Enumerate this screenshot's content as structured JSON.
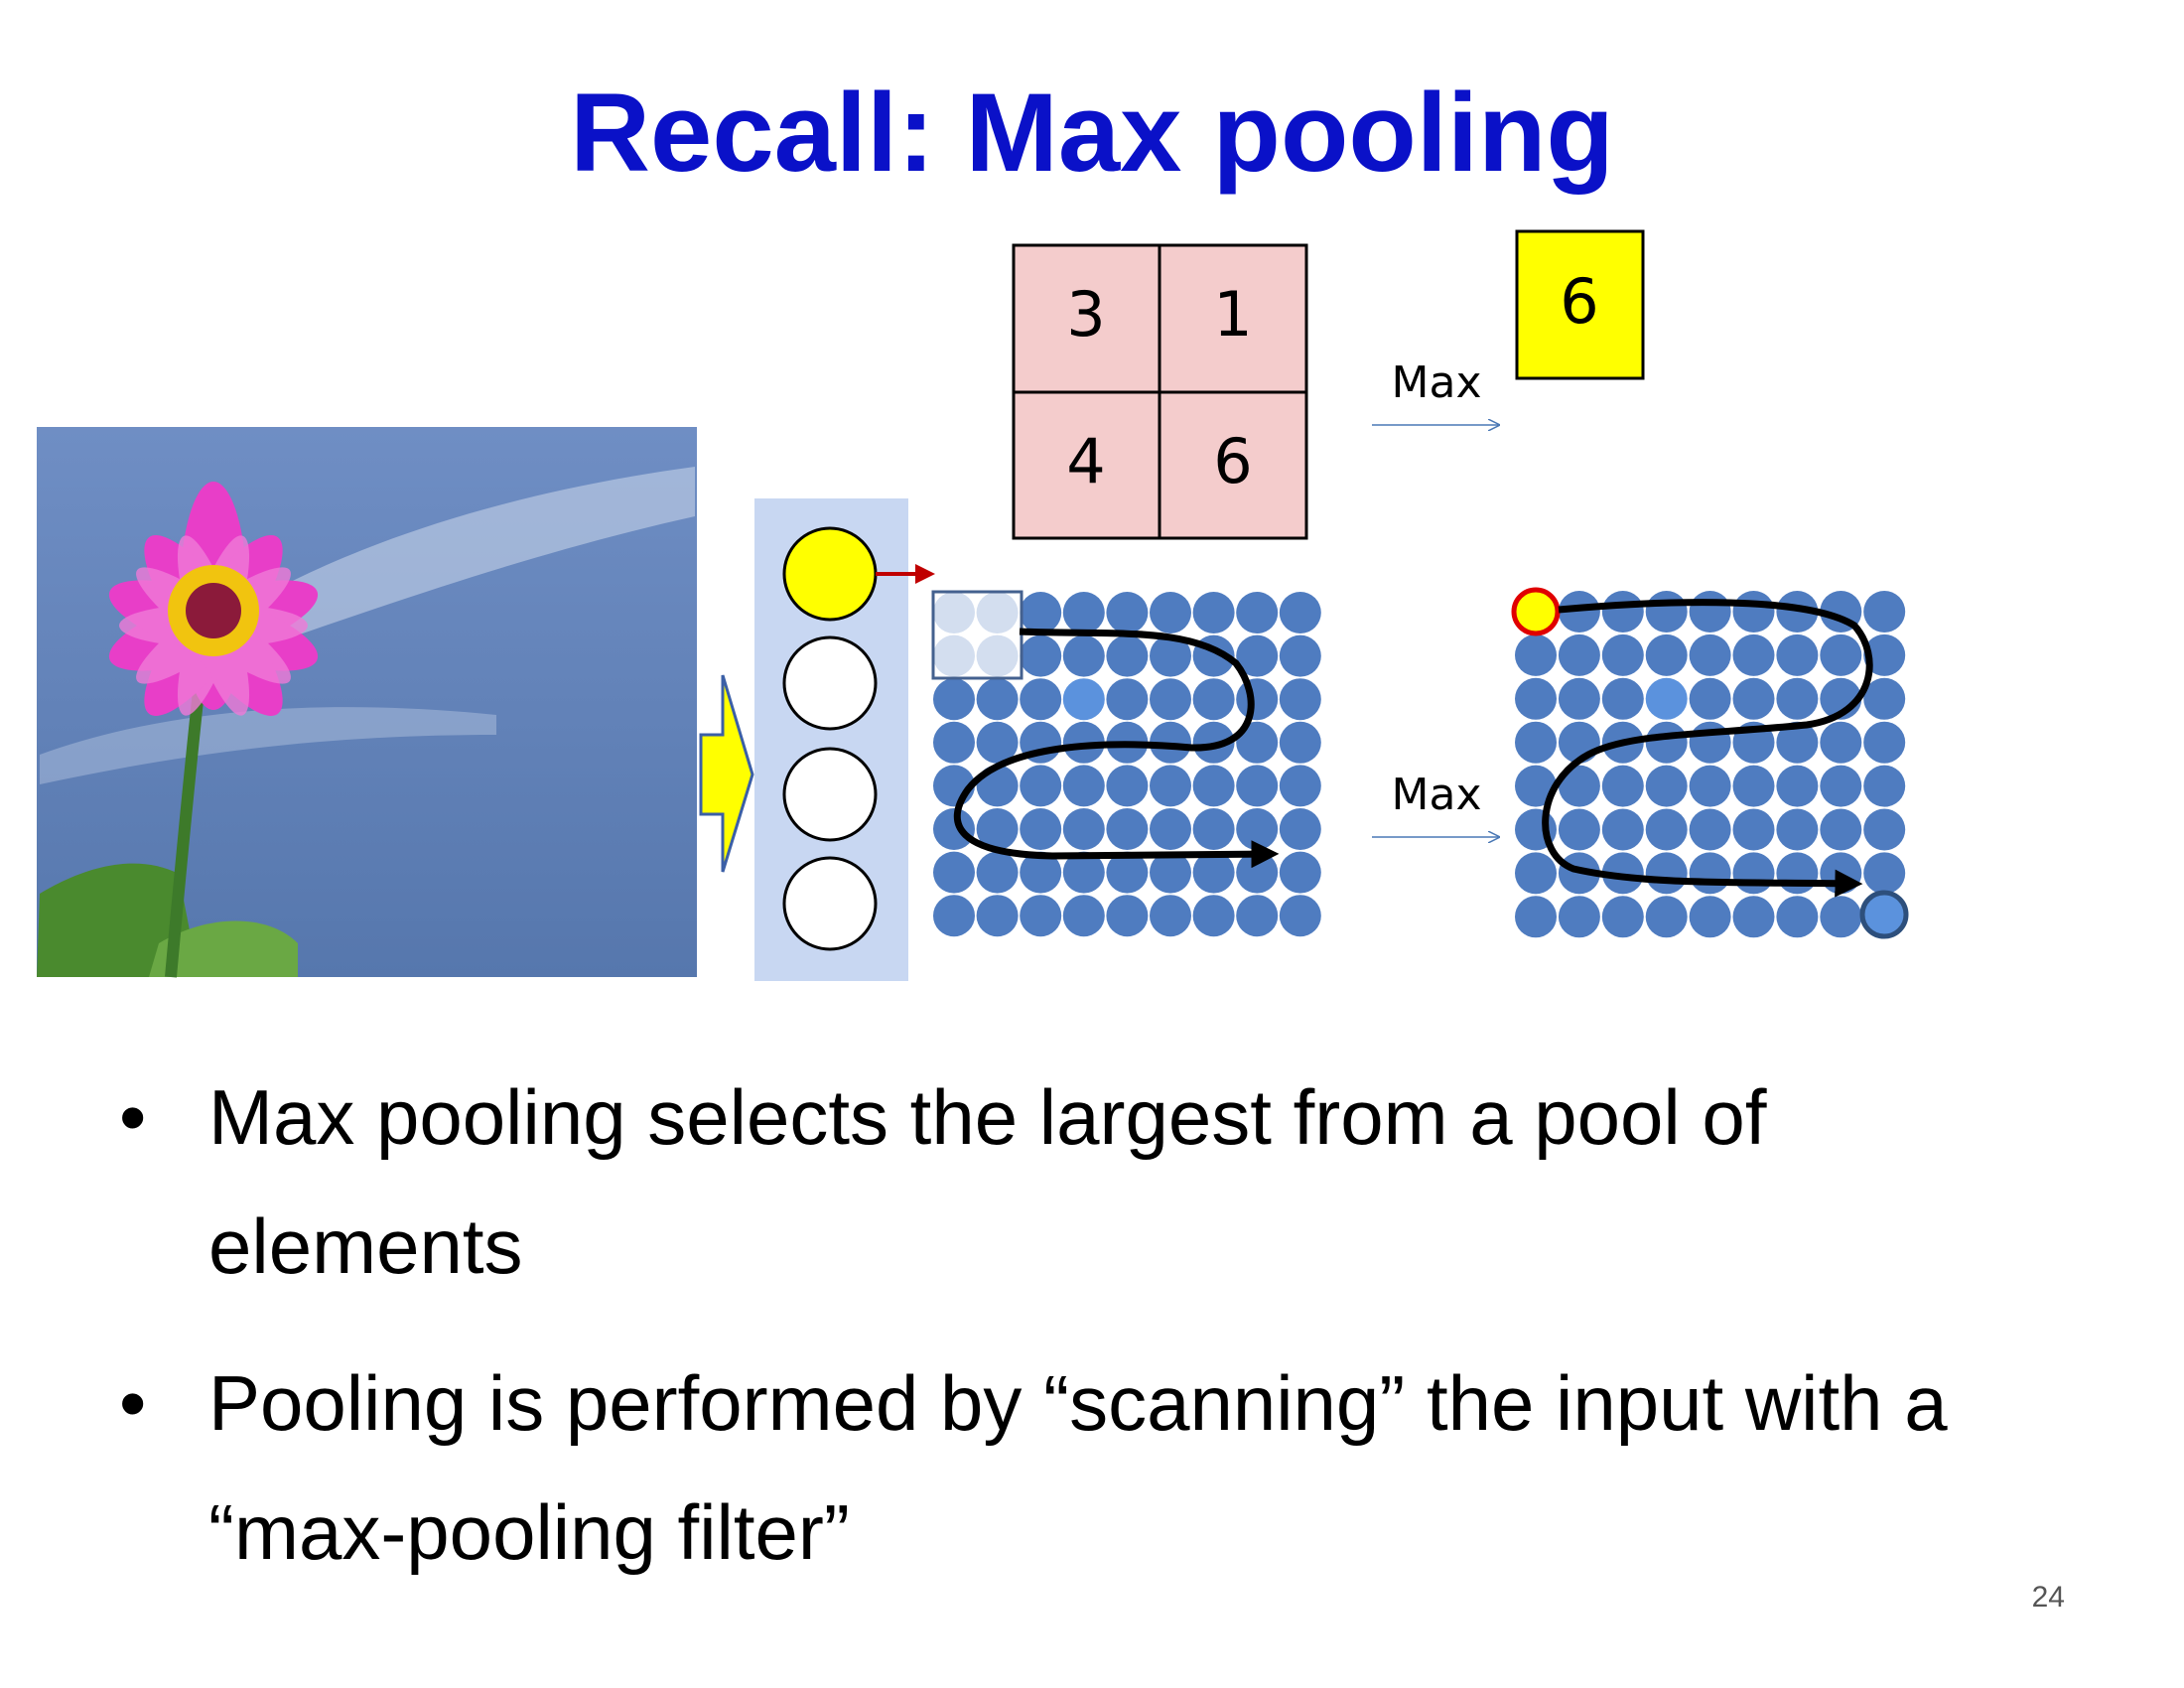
{
  "slide": {
    "title": "Recall: Max pooling",
    "page_number": "24"
  },
  "pool": {
    "values": [
      "3",
      "1",
      "4",
      "6"
    ],
    "output": "6",
    "operator_label": "Max"
  },
  "scan": {
    "operator_label": "Max",
    "rows": 8,
    "cols": 9
  },
  "bullets": [
    "Max pooling selects the largest from a pool of elements",
    "Pooling is performed by “scanning” the input with a “max-pooling filter”"
  ],
  "bullet_symbol": "•",
  "colors": {
    "title": "#0a11c8",
    "pool_cell": "#f4cccc",
    "output_cell": "#ffff00",
    "grid_dot": "#4f7cc0",
    "highlight_dot": "#5b92dd",
    "neuron_panel": "#c8d7f2"
  }
}
